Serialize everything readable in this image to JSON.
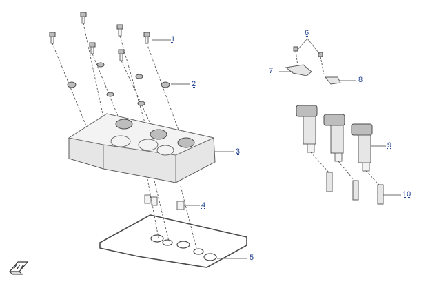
{
  "callouts": [
    {
      "id": "1",
      "label": "1"
    },
    {
      "id": "2",
      "label": "2"
    },
    {
      "id": "3",
      "label": "3"
    },
    {
      "id": "4",
      "label": "4"
    },
    {
      "id": "5",
      "label": "5"
    },
    {
      "id": "6",
      "label": "6"
    },
    {
      "id": "7",
      "label": "7"
    },
    {
      "id": "8",
      "label": "8"
    },
    {
      "id": "9",
      "label": "9"
    },
    {
      "id": "10",
      "label": "10"
    }
  ],
  "icons": {
    "forward": "forward-direction-icon"
  },
  "colors": {
    "callout_text": "#1f3f8f",
    "line": "#5a5a5a"
  }
}
